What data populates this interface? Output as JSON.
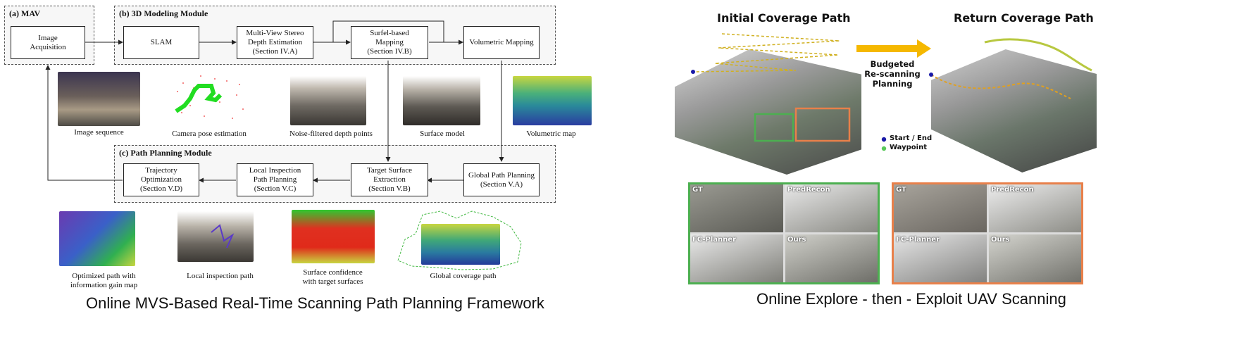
{
  "left": {
    "modules": {
      "mav": "(a) MAV",
      "modeling": "(b) 3D Modeling Module",
      "planning": "(c) Path Planning Module"
    },
    "boxes": {
      "image_acq": "Image\nAcquisition",
      "slam": "SLAM",
      "mvs": "Multi-View Stereo\nDepth Estimation\n(Section IV.A)",
      "surfel": "Surfel-based\nMapping\n(Section IV.B)",
      "volumetric": "Volumetric Mapping",
      "traj": "Trajectory\nOptimization\n(Section V.D)",
      "local": "Local Inspection\nPath Planning\n(Section V.C)",
      "target": "Target Surface\nExtraction\n(Section V.B)",
      "global": "Global Path Planning\n(Section V.A)"
    },
    "captions_top": {
      "image_seq": "Image sequence",
      "camera_pose": "Camera pose estimation",
      "noise_filtered": "Noise-filtered depth points",
      "surface_model": "Surface model",
      "volumetric_map": "Volumetric map"
    },
    "captions_bottom": {
      "optimized": "Optimized path with\ninformation gain map",
      "local_path": "Local inspection path",
      "confidence": "Surface confidence\nwith target surfaces",
      "global_path": "Global coverage path"
    },
    "footer": "Online MVS-Based Real-Time Scanning Path Planning Framework"
  },
  "right": {
    "initial_title": "Initial Coverage Path",
    "return_title": "Return Coverage Path",
    "arrow_label": "Budgeted\nRe-scanning\nPlanning",
    "legend": {
      "start_end": "Start / End",
      "waypoint": "Waypoint"
    },
    "panel_labels": [
      "GT",
      "PredRecon",
      "FC-Planner",
      "Ours"
    ],
    "footer": "Online Explore - then - Exploit UAV Scanning"
  },
  "colors": {
    "green_panel": "#4caf50",
    "orange_panel": "#e8804a",
    "arrow": "#f5b800",
    "start_end_dot": "#1a1aa8",
    "waypoint_dot": "#58c858"
  }
}
